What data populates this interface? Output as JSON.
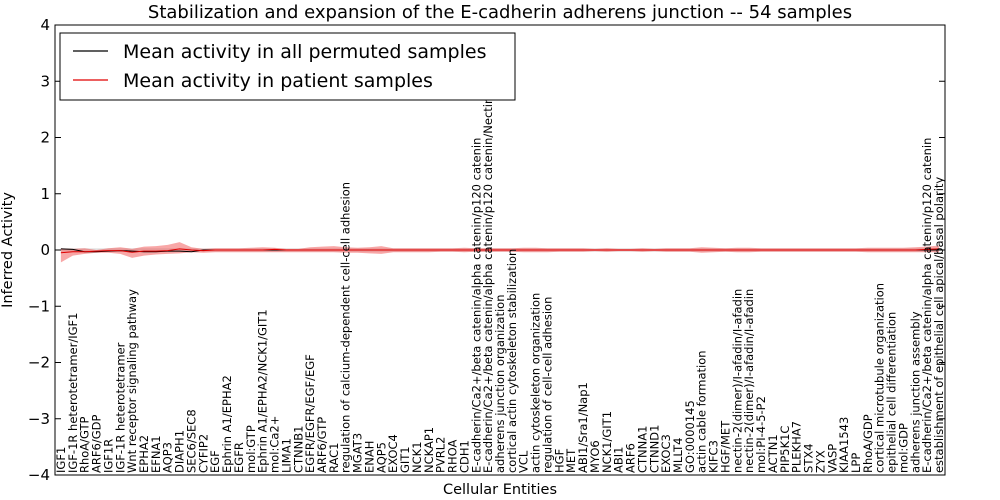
{
  "chart_data": {
    "type": "line",
    "title": "Stabilization and expansion of the E-cadherin adherens junction -- 54 samples",
    "xlabel": "Cellular Entities",
    "ylabel": "Inferred Activity",
    "ylim": [
      -4,
      4
    ],
    "yticks": [
      -4,
      -3,
      -2,
      -1,
      0,
      1,
      2,
      3,
      4
    ],
    "ytick_labels": [
      "−4",
      "−3",
      "−2",
      "−1",
      "0",
      "1",
      "2",
      "3",
      "4"
    ],
    "grid": false,
    "legend_placement": "top-left",
    "categories": [
      "IGF1",
      "IGF-1R heterotetramer/IGF1",
      "RhoA/GTP",
      "ARF6/GDP",
      "IGF1R",
      "IGF-1R heterotetramer",
      "Wnt receptor signaling pathway",
      "EPHA2",
      "EFNA1",
      "AQP3",
      "DIAPH1",
      "SEC6/SEC8",
      "CYFIP2",
      "EGF",
      "Ephrin A1/EPHA2",
      "EGFR",
      "mol:GTP",
      "Ephrin A1/EPHA2/NCK1/GIT1",
      "mol:Ca2+",
      "LIMA1",
      "CTNNB1",
      "EGFR/EGFR/EGF/EGF",
      "ARF6/GTP",
      "RAC1",
      "regulation of calcium-dependent cell-cell adhesion",
      "MGAT3",
      "ENAH",
      "AQP5",
      "EXOC4",
      "GIT1",
      "NCK1",
      "NCKAP1",
      "PVRL2",
      "RHOA",
      "CDH1",
      "E-cadherin/Ca2+/beta catenin/alpha catenin/p120 catenin",
      "E-cadherin/Ca2+/beta catenin/alpha catenin/p120 catenin/Nectin",
      "adherens junction organization",
      "cortical actin cytoskeleton stabilization",
      "VCL",
      "actin cytoskeleton organization",
      "regulation of cell-cell adhesion",
      "HGF",
      "MET",
      "ABI1/Sra1/Nap1",
      "MYO6",
      "NCK1/GIT1",
      "ABI1",
      "ARF6",
      "CTNNA1",
      "CTNND1",
      "EXOC3",
      "MLLT4",
      "GO:0000145",
      "actin cable formation",
      "KIFC3",
      "HGF/MET",
      "nectin-2(dimer)/I-afadin/I-afadin",
      "nectin-2(dimer)/I-afadin/I-afadin",
      "mol:PI-4-5-P2",
      "ACTN1",
      "PIP5K1C",
      "PLEKHA7",
      "STX4",
      "ZYX",
      "VASP",
      "KIAA1543",
      "LPP",
      "RhoA/GDP",
      "cortical microtubule organization",
      "epithelial cell differentiation",
      "mol:GDP",
      "adherens junction assembly",
      "E-cadherin/Ca2+/beta catenin/alpha catenin/p120 catenin",
      "establishment of epithelial cell apical/basal polarity"
    ],
    "series": [
      {
        "name": "Mean activity in all permuted samples",
        "color": "#000000",
        "values": [
          0.02,
          0.01,
          -0.03,
          -0.03,
          -0.02,
          -0.01,
          -0.02,
          -0.03,
          -0.03,
          -0.02,
          -0.02,
          -0.03,
          0.0,
          0.0,
          0.0,
          0.0,
          0.0,
          0.0,
          0.0,
          0.0,
          0.0,
          0.0,
          0.0,
          0.0,
          0.0,
          0.0,
          0.0,
          0.0,
          0.0,
          0.0,
          0.0,
          0.0,
          0.0,
          0.0,
          0.0,
          0.0,
          0.0,
          0.0,
          0.0,
          0.0,
          0.0,
          0.0,
          0.0,
          0.0,
          0.0,
          0.0,
          0.0,
          0.0,
          0.0,
          0.0,
          0.0,
          0.0,
          0.0,
          0.0,
          0.0,
          0.0,
          0.0,
          0.0,
          0.0,
          0.0,
          0.0,
          0.0,
          0.0,
          0.0,
          0.0,
          0.0,
          0.0,
          0.0,
          0.0,
          0.0,
          0.0,
          0.0,
          0.0,
          0.0,
          0.0
        ]
      },
      {
        "name": "Mean activity in patient samples",
        "color": "#e00000",
        "values": [
          -0.05,
          -0.03,
          -0.03,
          -0.02,
          -0.01,
          -0.01,
          -0.04,
          -0.02,
          -0.02,
          -0.01,
          0.02,
          0.0,
          -0.01,
          0.0,
          0.0,
          0.0,
          0.0,
          0.0,
          0.01,
          0.0,
          0.0,
          0.0,
          0.0,
          0.0,
          0.0,
          0.0,
          0.0,
          0.0,
          0.0,
          0.0,
          0.0,
          0.0,
          0.0,
          0.0,
          0.0,
          0.0,
          0.0,
          0.0,
          0.0,
          0.0,
          0.0,
          0.0,
          0.0,
          0.0,
          0.0,
          0.0,
          0.0,
          0.0,
          0.0,
          0.0,
          0.0,
          0.0,
          0.0,
          0.0,
          0.0,
          0.0,
          0.0,
          0.0,
          0.0,
          0.0,
          0.0,
          0.0,
          0.0,
          0.0,
          0.0,
          0.0,
          0.0,
          0.0,
          0.0,
          0.0,
          0.0,
          0.0,
          0.0,
          0.01,
          0.02
        ],
        "band_upper": [
          0.03,
          0.02,
          0.03,
          0.0,
          0.03,
          0.05,
          0.02,
          0.06,
          0.07,
          0.09,
          0.14,
          0.05,
          0.02,
          0.03,
          0.03,
          0.03,
          0.04,
          0.05,
          0.04,
          0.02,
          0.02,
          0.05,
          0.06,
          0.07,
          0.05,
          0.04,
          0.05,
          0.07,
          0.03,
          0.03,
          0.03,
          0.03,
          0.03,
          0.03,
          0.04,
          0.03,
          0.03,
          0.03,
          0.03,
          0.04,
          0.04,
          0.03,
          0.03,
          0.03,
          0.03,
          0.02,
          0.03,
          0.02,
          0.02,
          0.03,
          0.02,
          0.03,
          0.03,
          0.03,
          0.05,
          0.04,
          0.03,
          0.04,
          0.04,
          0.03,
          0.03,
          0.03,
          0.03,
          0.03,
          0.03,
          0.03,
          0.03,
          0.03,
          0.04,
          0.04,
          0.04,
          0.04,
          0.05,
          0.06,
          0.08
        ],
        "band_lower": [
          -0.22,
          -0.1,
          -0.07,
          -0.05,
          -0.05,
          -0.07,
          -0.14,
          -0.1,
          -0.08,
          -0.07,
          -0.06,
          -0.04,
          -0.05,
          -0.04,
          -0.04,
          -0.04,
          -0.04,
          -0.04,
          -0.04,
          -0.04,
          -0.04,
          -0.04,
          -0.04,
          -0.04,
          -0.05,
          -0.05,
          -0.06,
          -0.07,
          -0.04,
          -0.04,
          -0.04,
          -0.04,
          -0.03,
          -0.03,
          -0.04,
          -0.03,
          -0.03,
          -0.03,
          -0.03,
          -0.04,
          -0.04,
          -0.04,
          -0.03,
          -0.03,
          -0.03,
          -0.02,
          -0.03,
          -0.02,
          -0.02,
          -0.03,
          -0.02,
          -0.03,
          -0.03,
          -0.03,
          -0.05,
          -0.04,
          -0.03,
          -0.04,
          -0.04,
          -0.03,
          -0.03,
          -0.03,
          -0.03,
          -0.03,
          -0.03,
          -0.03,
          -0.03,
          -0.03,
          -0.04,
          -0.04,
          -0.04,
          -0.04,
          -0.04,
          -0.04,
          -0.04
        ]
      }
    ]
  }
}
